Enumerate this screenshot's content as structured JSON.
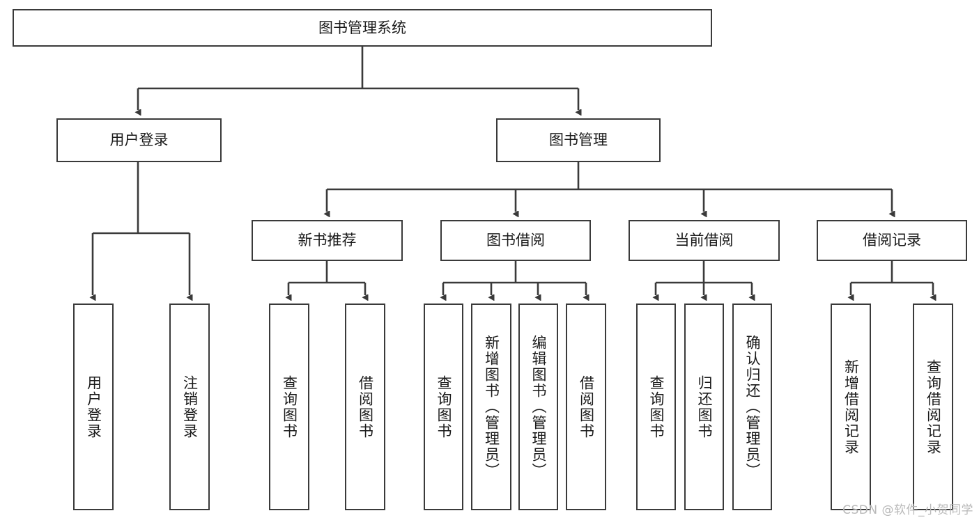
{
  "diagram": {
    "title": "图书管理系统",
    "type": "tree-structure-chart",
    "stroke_color": "#3a3a3a",
    "text_color": "#1a1a1a",
    "background_color": "#ffffff"
  },
  "nodes": {
    "root": {
      "label": "图书管理系统"
    },
    "level2": [
      {
        "label": "用户登录"
      },
      {
        "label": "图书管理"
      }
    ],
    "level3": [
      {
        "label": "新书推荐"
      },
      {
        "label": "图书借阅"
      },
      {
        "label": "当前借阅"
      },
      {
        "label": "借阅记录"
      }
    ],
    "leaves_user_login": [
      {
        "label": "用户登录"
      },
      {
        "label": "注销登录"
      }
    ],
    "leaves_new_book": [
      {
        "label": "查询图书"
      },
      {
        "label": "借阅图书"
      }
    ],
    "leaves_borrow": [
      {
        "label": "查询图书"
      },
      {
        "label": "新增图书（管理员）"
      },
      {
        "label": "编辑图书（管理员）"
      },
      {
        "label": "借阅图书"
      }
    ],
    "leaves_current": [
      {
        "label": "查询图书"
      },
      {
        "label": "归还图书"
      },
      {
        "label": "确认归还（管理员）"
      }
    ],
    "leaves_records": [
      {
        "label": "新增借阅记录"
      },
      {
        "label": "查询借阅记录"
      }
    ]
  },
  "watermark": {
    "text": "CSDN @软件_小贺同学"
  }
}
